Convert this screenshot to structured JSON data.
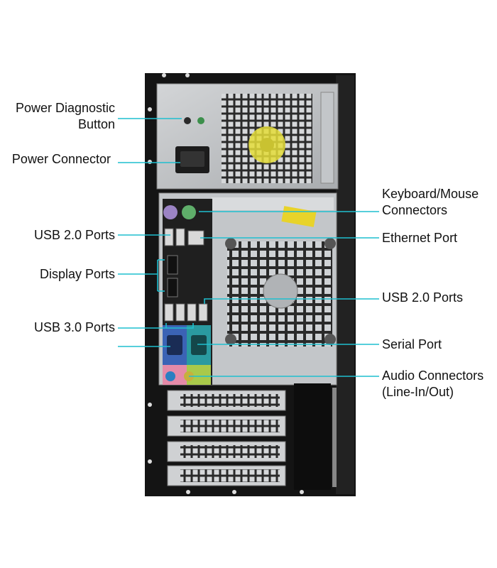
{
  "labels_left": [
    {
      "id": "power-diagnostic",
      "lines": [
        "Power Diagnostic",
        "Button"
      ]
    },
    {
      "id": "power-connector",
      "lines": [
        "Power Connector"
      ]
    },
    {
      "id": "usb2-left",
      "lines": [
        "USB 2.0 Ports"
      ]
    },
    {
      "id": "display-ports",
      "lines": [
        "Display Ports"
      ]
    },
    {
      "id": "usb3",
      "lines": [
        "USB 3.0 Ports"
      ]
    }
  ],
  "labels_right": [
    {
      "id": "keyboard-mouse",
      "lines": [
        "Keyboard/Mouse",
        "Connectors"
      ]
    },
    {
      "id": "ethernet",
      "lines": [
        "Ethernet Port"
      ]
    },
    {
      "id": "usb2-right",
      "lines": [
        "USB 2.0 Ports"
      ]
    },
    {
      "id": "serial",
      "lines": [
        "Serial Port"
      ]
    },
    {
      "id": "audio",
      "lines": [
        "Audio Connectors",
        "(Line-In/Out)"
      ]
    }
  ],
  "colors": {
    "leader": "#1fbfcf",
    "case": "#141414",
    "panel": "#b9bcbf",
    "ps2_keyboard": "#9b83c4",
    "ps2_mouse": "#5fae6a",
    "vga": "#3b63b5",
    "serial": "#2a9aa0",
    "audio_in": "#e48aa8",
    "audio_out": "#a9c94a",
    "fan": "#e4dd3a"
  }
}
